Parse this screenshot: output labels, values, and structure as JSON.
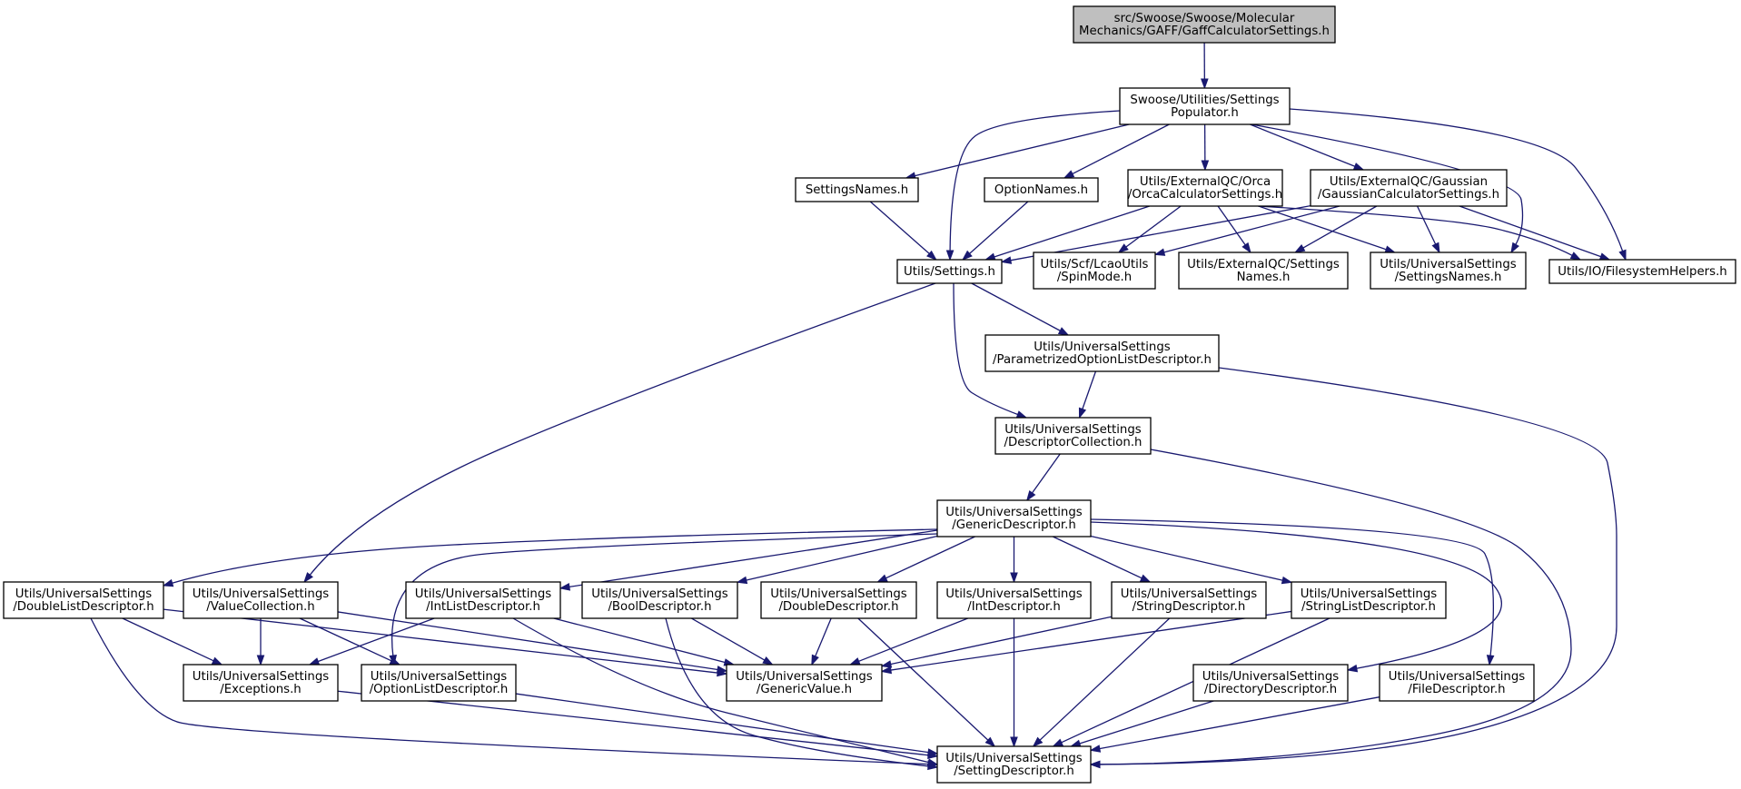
{
  "diagram": {
    "colors": {
      "edge": "#191970",
      "root_fill": "#bfbfbf",
      "node_fill": "#ffffff",
      "border": "#000000"
    },
    "nodes": [
      {
        "id": "root",
        "lines": [
          "src/Swoose/Swoose/Molecular",
          "Mechanics/GAFF/GaffCalculatorSettings.h"
        ],
        "root": true
      },
      {
        "id": "populator",
        "lines": [
          "Swoose/Utilities/Settings",
          "Populator.h"
        ]
      },
      {
        "id": "settingsnames",
        "lines": [
          "SettingsNames.h"
        ]
      },
      {
        "id": "optionnames",
        "lines": [
          "OptionNames.h"
        ]
      },
      {
        "id": "orca",
        "lines": [
          "Utils/ExternalQC/Orca",
          "/OrcaCalculatorSettings.h"
        ]
      },
      {
        "id": "gaussian",
        "lines": [
          "Utils/ExternalQC/Gaussian",
          "/GaussianCalculatorSettings.h"
        ]
      },
      {
        "id": "settings",
        "lines": [
          "Utils/Settings.h"
        ]
      },
      {
        "id": "spinmode",
        "lines": [
          "Utils/Scf/LcaoUtils",
          "/SpinMode.h"
        ]
      },
      {
        "id": "extqcnames",
        "lines": [
          "Utils/ExternalQC/Settings",
          "Names.h"
        ]
      },
      {
        "id": "usnames",
        "lines": [
          "Utils/UniversalSettings",
          "/SettingsNames.h"
        ]
      },
      {
        "id": "fshelpers",
        "lines": [
          "Utils/IO/FilesystemHelpers.h"
        ]
      },
      {
        "id": "paramopt",
        "lines": [
          "Utils/UniversalSettings",
          "/ParametrizedOptionListDescriptor.h"
        ]
      },
      {
        "id": "desccoll",
        "lines": [
          "Utils/UniversalSettings",
          "/DescriptorCollection.h"
        ]
      },
      {
        "id": "genericdesc",
        "lines": [
          "Utils/UniversalSettings",
          "/GenericDescriptor.h"
        ]
      },
      {
        "id": "doublelist",
        "lines": [
          "Utils/UniversalSettings",
          "/DoubleListDescriptor.h"
        ]
      },
      {
        "id": "valuecoll",
        "lines": [
          "Utils/UniversalSettings",
          "/ValueCollection.h"
        ]
      },
      {
        "id": "intlist",
        "lines": [
          "Utils/UniversalSettings",
          "/IntListDescriptor.h"
        ]
      },
      {
        "id": "bool",
        "lines": [
          "Utils/UniversalSettings",
          "/BoolDescriptor.h"
        ]
      },
      {
        "id": "double",
        "lines": [
          "Utils/UniversalSettings",
          "/DoubleDescriptor.h"
        ]
      },
      {
        "id": "int",
        "lines": [
          "Utils/UniversalSettings",
          "/IntDescriptor.h"
        ]
      },
      {
        "id": "string",
        "lines": [
          "Utils/UniversalSettings",
          "/StringDescriptor.h"
        ]
      },
      {
        "id": "stringlist",
        "lines": [
          "Utils/UniversalSettings",
          "/StringListDescriptor.h"
        ]
      },
      {
        "id": "exceptions",
        "lines": [
          "Utils/UniversalSettings",
          "/Exceptions.h"
        ]
      },
      {
        "id": "optionlist",
        "lines": [
          "Utils/UniversalSettings",
          "/OptionListDescriptor.h"
        ]
      },
      {
        "id": "genericvalue",
        "lines": [
          "Utils/UniversalSettings",
          "/GenericValue.h"
        ]
      },
      {
        "id": "directory",
        "lines": [
          "Utils/UniversalSettings",
          "/DirectoryDescriptor.h"
        ]
      },
      {
        "id": "file",
        "lines": [
          "Utils/UniversalSettings",
          "/FileDescriptor.h"
        ]
      },
      {
        "id": "settingdesc",
        "lines": [
          "Utils/UniversalSettings",
          "/SettingDescriptor.h"
        ]
      }
    ],
    "edges": [
      [
        "root",
        "populator"
      ],
      [
        "populator",
        "settingsnames"
      ],
      [
        "populator",
        "optionnames"
      ],
      [
        "populator",
        "orca"
      ],
      [
        "populator",
        "gaussian"
      ],
      [
        "populator",
        "settings"
      ],
      [
        "populator",
        "usnames"
      ],
      [
        "populator",
        "fshelpers"
      ],
      [
        "settingsnames",
        "settings"
      ],
      [
        "optionnames",
        "settings"
      ],
      [
        "orca",
        "settings"
      ],
      [
        "orca",
        "spinmode"
      ],
      [
        "orca",
        "extqcnames"
      ],
      [
        "orca",
        "usnames"
      ],
      [
        "orca",
        "fshelpers"
      ],
      [
        "gaussian",
        "settings"
      ],
      [
        "gaussian",
        "spinmode"
      ],
      [
        "gaussian",
        "extqcnames"
      ],
      [
        "gaussian",
        "usnames"
      ],
      [
        "gaussian",
        "fshelpers"
      ],
      [
        "settings",
        "paramopt"
      ],
      [
        "settings",
        "desccoll"
      ],
      [
        "settings",
        "valuecoll"
      ],
      [
        "paramopt",
        "desccoll"
      ],
      [
        "paramopt",
        "settingdesc"
      ],
      [
        "desccoll",
        "genericdesc"
      ],
      [
        "desccoll",
        "settingdesc"
      ],
      [
        "genericdesc",
        "doublelist"
      ],
      [
        "genericdesc",
        "intlist"
      ],
      [
        "genericdesc",
        "bool"
      ],
      [
        "genericdesc",
        "double"
      ],
      [
        "genericdesc",
        "int"
      ],
      [
        "genericdesc",
        "string"
      ],
      [
        "genericdesc",
        "stringlist"
      ],
      [
        "genericdesc",
        "optionlist"
      ],
      [
        "genericdesc",
        "directory"
      ],
      [
        "genericdesc",
        "file"
      ],
      [
        "doublelist",
        "exceptions"
      ],
      [
        "doublelist",
        "genericvalue"
      ],
      [
        "doublelist",
        "settingdesc"
      ],
      [
        "valuecoll",
        "exceptions"
      ],
      [
        "valuecoll",
        "optionlist"
      ],
      [
        "valuecoll",
        "genericvalue"
      ],
      [
        "intlist",
        "exceptions"
      ],
      [
        "intlist",
        "genericvalue"
      ],
      [
        "intlist",
        "settingdesc"
      ],
      [
        "bool",
        "genericvalue"
      ],
      [
        "bool",
        "settingdesc"
      ],
      [
        "double",
        "genericvalue"
      ],
      [
        "double",
        "settingdesc"
      ],
      [
        "int",
        "genericvalue"
      ],
      [
        "int",
        "settingdesc"
      ],
      [
        "string",
        "genericvalue"
      ],
      [
        "string",
        "settingdesc"
      ],
      [
        "stringlist",
        "genericvalue"
      ],
      [
        "stringlist",
        "settingdesc"
      ],
      [
        "exceptions",
        "settingdesc"
      ],
      [
        "optionlist",
        "settingdesc"
      ],
      [
        "directory",
        "settingdesc"
      ],
      [
        "file",
        "settingdesc"
      ]
    ]
  }
}
